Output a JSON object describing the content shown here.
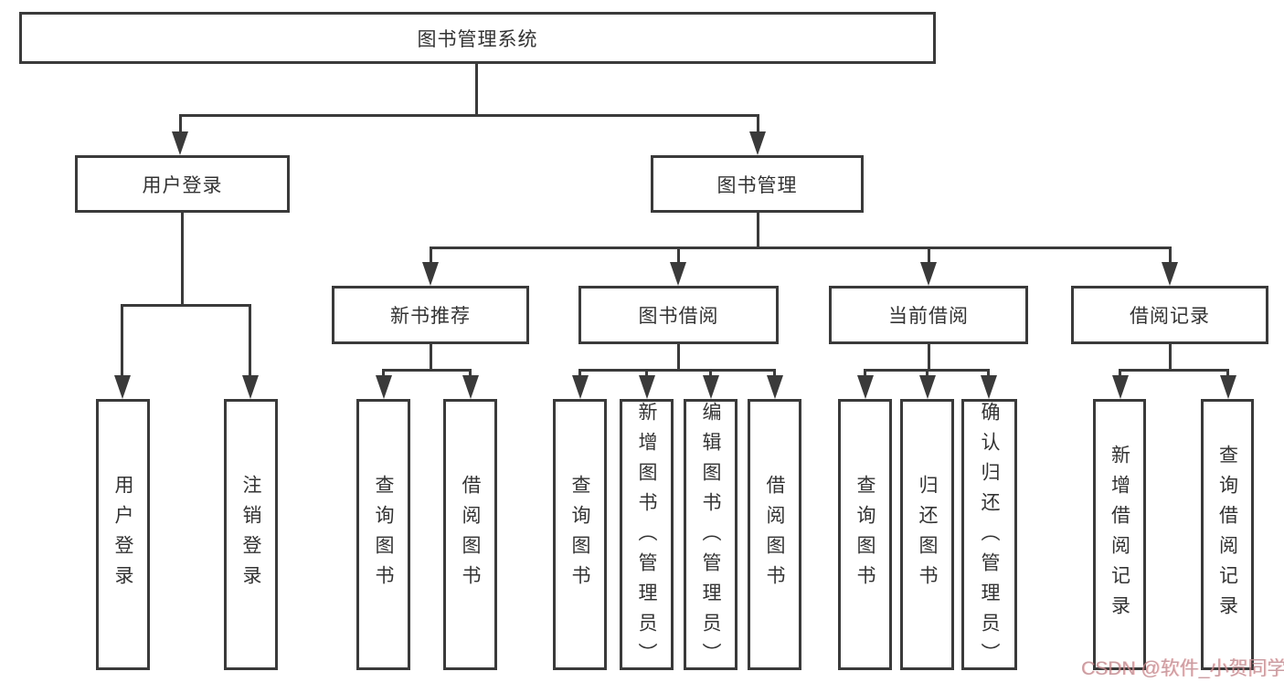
{
  "colors": {
    "line": "#3a3a3a",
    "text": "#333333",
    "background": "#ffffff",
    "watermark": "#c08d92"
  },
  "tree": {
    "root": {
      "label": "图书管理系统"
    },
    "level2": [
      {
        "label": "用户登录"
      },
      {
        "label": "图书管理"
      }
    ],
    "level3": [
      {
        "label": "新书推荐"
      },
      {
        "label": "图书借阅"
      },
      {
        "label": "当前借阅"
      },
      {
        "label": "借阅记录"
      }
    ],
    "level4": [
      {
        "label": "用户登录"
      },
      {
        "label": "注销登录"
      },
      {
        "label": "查询图书"
      },
      {
        "label": "借阅图书"
      },
      {
        "label": "查询图书"
      },
      {
        "label": "新增图书（管理员）"
      },
      {
        "label": "编辑图书（管理员）"
      },
      {
        "label": "借阅图书"
      },
      {
        "label": "查询图书"
      },
      {
        "label": "归还图书"
      },
      {
        "label": "确认归还（管理员）"
      },
      {
        "label": "新增借阅记录"
      },
      {
        "label": "查询借阅记录"
      }
    ]
  },
  "watermark": {
    "text": "CSDN @软件_小贺同学"
  }
}
